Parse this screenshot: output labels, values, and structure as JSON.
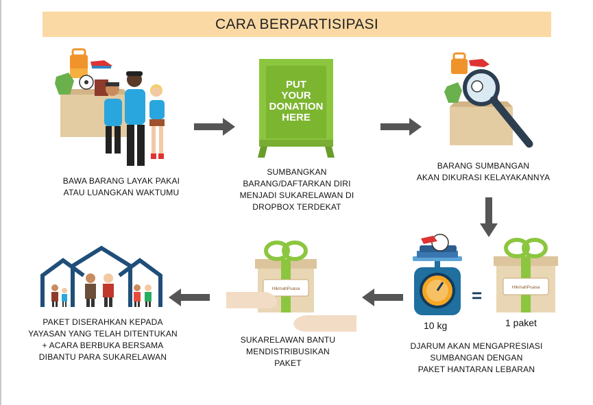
{
  "title": "CARA BERPARTISIPASI",
  "donation_sign": [
    "PUT",
    "YOUR",
    "DONATION",
    "HERE"
  ],
  "gift_tag": "HikmahPuasa",
  "steps": [
    {
      "lines": [
        "BAWA BARANG LAYAK PAKAI",
        "ATAU LUANGKAN WAKTUMU"
      ]
    },
    {
      "lines": [
        "SUMBANGKAN",
        "BARANG/DAFTARKAN DIRI",
        "MENJADI SUKARELAWAN DI",
        "DROPBOX TERDEKAT"
      ]
    },
    {
      "lines": [
        "BARANG SUMBANGAN",
        "AKAN DIKURASI KELAYAKANNYA"
      ]
    },
    {
      "lines": [
        "DJARUM AKAN MENGAPRESIASI",
        "SUMBANGAN DENGAN",
        "PAKET HANTARAN LEBARAN"
      ]
    },
    {
      "lines": [
        "SUKARELAWAN BANTU",
        "MENDISTRIBUSIKAN",
        "PAKET"
      ]
    },
    {
      "lines": [
        "PAKET DISERAHKAN KEPADA",
        "YAYASAN YANG TELAH DITENTUKAN",
        "+ ACARA BERBUKA BERSAMA",
        "DIBANTU PARA SUKARELAWAN"
      ]
    }
  ],
  "weight_label": "10 kg",
  "equals_sign": "=",
  "package_label": "1 paket",
  "colors": {
    "banner": "#fbd9a4",
    "green": "#8cc63f",
    "arrow": "#555555",
    "navy": "#1f4e79",
    "box": "#e8d6b4",
    "scale": "#1f6f9f"
  },
  "icons": [
    "donation-box-people",
    "donation-dropbox",
    "magnifier-box",
    "scale-icon",
    "gift-box",
    "gift-hands",
    "houses-family"
  ]
}
